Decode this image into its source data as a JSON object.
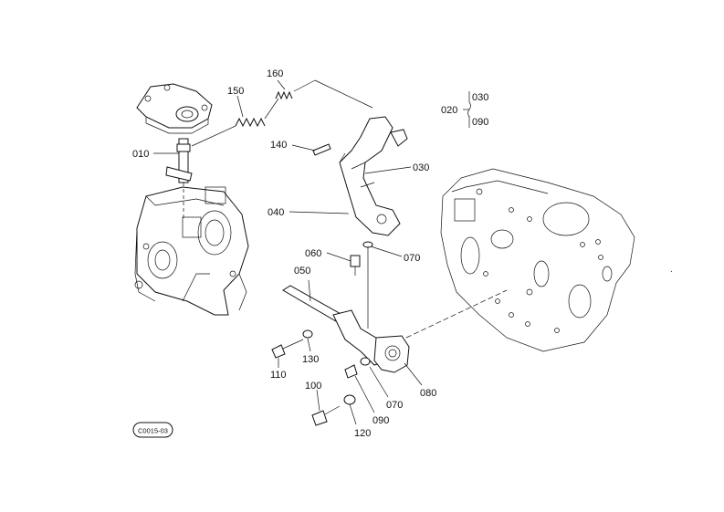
{
  "callouts": [
    {
      "id": "160",
      "text": "160"
    },
    {
      "id": "150",
      "text": "150"
    },
    {
      "id": "010",
      "text": "010"
    },
    {
      "id": "140",
      "text": "140"
    },
    {
      "id": "030",
      "text": "030"
    },
    {
      "id": "040",
      "text": "040"
    },
    {
      "id": "060",
      "text": "060"
    },
    {
      "id": "070a",
      "text": "070"
    },
    {
      "id": "050",
      "text": "050"
    },
    {
      "id": "110",
      "text": "110"
    },
    {
      "id": "130",
      "text": "130"
    },
    {
      "id": "100",
      "text": "100"
    },
    {
      "id": "070b",
      "text": "070"
    },
    {
      "id": "080",
      "text": "080"
    },
    {
      "id": "090",
      "text": "090"
    },
    {
      "id": "120",
      "text": "120"
    }
  ],
  "group_key": {
    "parent": "020",
    "children": [
      "030",
      "090"
    ]
  },
  "figure_code": "C0015-03"
}
